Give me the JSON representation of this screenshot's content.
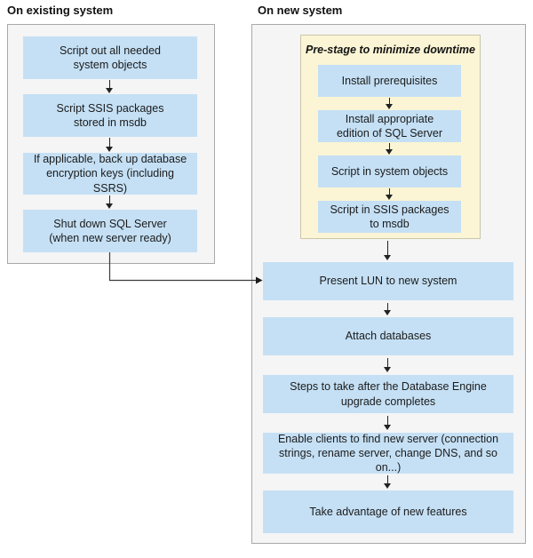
{
  "diagram": {
    "left_panel": {
      "header": "On existing system",
      "boxes": [
        {
          "label": "Script out all needed\nsystem objects"
        },
        {
          "label": "Script SSIS packages\nstored in msdb"
        },
        {
          "label": "If applicable, back up database\nencryption keys (including SSRS)"
        },
        {
          "label": "Shut down SQL Server\n(when new server ready)"
        }
      ]
    },
    "right_panel": {
      "header": "On new system",
      "prestage": {
        "title": "Pre-stage to minimize downtime",
        "boxes": [
          {
            "label": "Install prerequisites"
          },
          {
            "label": "Install appropriate\nedition of SQL Server"
          },
          {
            "label": "Script in system objects"
          },
          {
            "label": "Script in SSIS packages\nto msdb"
          }
        ]
      },
      "boxes": [
        {
          "label": "Present LUN to new system"
        },
        {
          "label": "Attach databases"
        },
        {
          "label": "Steps to take after the Database Engine\nupgrade completes"
        },
        {
          "label": "Enable clients to find new server (connection\nstrings, rename server, change DNS, and so on...)"
        },
        {
          "label": "Take advantage of new features"
        }
      ]
    },
    "colors": {
      "step_box_blue": "#c5e0f5",
      "prestage_yellow": "#fbf5d5",
      "panel_background": "#f5f5f5",
      "panel_border": "#a9a9a9",
      "arrow": "#222222"
    }
  }
}
